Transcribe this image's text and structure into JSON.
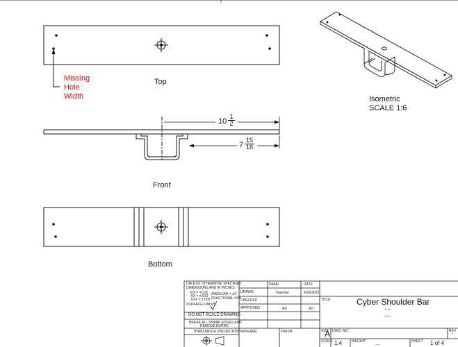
{
  "views": {
    "top": "Top",
    "front": "Front",
    "bottom": "Bottom",
    "isometric": "Isometric",
    "isometric_scale": "SCALE 1:6"
  },
  "callout": {
    "line1": "Missing",
    "line2": "Hole",
    "line3": "Width",
    "color": "#d01010"
  },
  "dimensions": {
    "overall_whole": "10",
    "overall_num": "1",
    "overall_den": "2",
    "partial_whole": "7",
    "partial_num": "15",
    "partial_den": "16"
  },
  "title_block": {
    "tolerance_line1": "UNLESS OTHERWISE SPECIFIED:",
    "tolerance_line2": "DIMENSIONS ARE IN INCHES",
    "tolerance_line3": "X/X = ±1/16",
    "tolerance_line4": ".XX = ±.010",
    "tolerance_line5": ".XXX = ±.005",
    "tolerance_line6": "ANGULAR = ±1°",
    "tolerance_line7": "FRACTIONAL ±1/8",
    "surface_finish": "SURFACE FINISH",
    "do_not_scale": "DO NOT SCALE DRAWING",
    "break_edges_1": "BREAK ALL SHARP EDGES AND",
    "break_edges_2": "REMOVE BURRS",
    "third_angle": "THIRD ANGLE PROJECTION",
    "col_name": "NAME",
    "col_date": "DATE",
    "row_drawn": "DRAWN",
    "drawn_name": "Vaisman",
    "drawn_date": "4/28/2020",
    "row_checked": "CHECKED",
    "row_approved": "APPROVED",
    "approved_name": "AD",
    "approved_date": "AD",
    "material": "MATERIAL",
    "finish": "FINISH",
    "title_caption": "TITLE",
    "title": "Cyber Shoulder Bar",
    "title_sub1": "----",
    "title_sub2": "----",
    "size_caption": "SIZE",
    "size": "A",
    "dwg_no_caption": "DWG. NO.",
    "rev_caption": "REV",
    "rev": "-",
    "scale_caption": "SCALE",
    "scale": "1:4",
    "weight_caption": "WEIGHT",
    "weight": "----",
    "sheet_caption": "SHEET",
    "sheet": "1 of 4"
  }
}
